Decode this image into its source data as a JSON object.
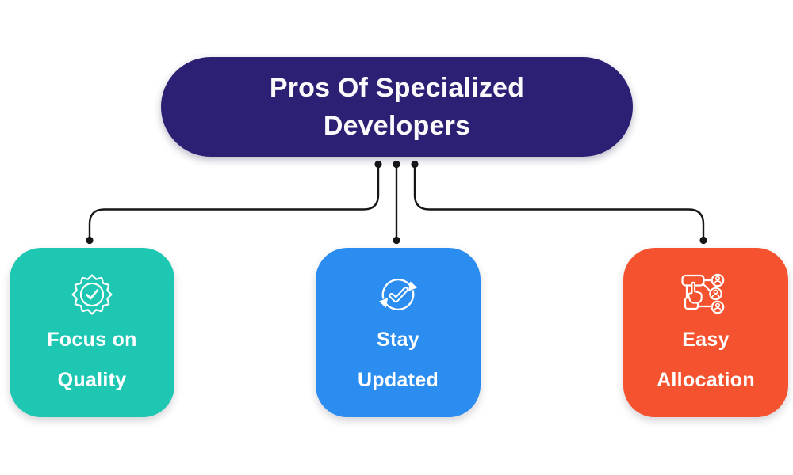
{
  "canvas": {
    "background": "#ffffff"
  },
  "root": {
    "label": "Pros Of Specialized Developers",
    "bg_color": "#2B2073",
    "text_color": "#FAFAFC"
  },
  "connectors": {
    "color": "#161616",
    "style": "curved-lines-with-dot-terminals"
  },
  "children": [
    {
      "id": "focus-on-quality",
      "lines": [
        "Focus on",
        "Quality"
      ],
      "bg_color": "#1DC7B2",
      "text_color": "#ffffff",
      "icon": "badge-check-icon"
    },
    {
      "id": "stay-updated",
      "lines": [
        "Stay",
        "Updated"
      ],
      "bg_color": "#2C8DF0",
      "text_color": "#ffffff",
      "icon": "sync-check-icon"
    },
    {
      "id": "easy-allocation",
      "lines": [
        "Easy",
        "Allocation"
      ],
      "bg_color": "#F5532F",
      "text_color": "#ffffff",
      "icon": "allocation-icon"
    }
  ]
}
